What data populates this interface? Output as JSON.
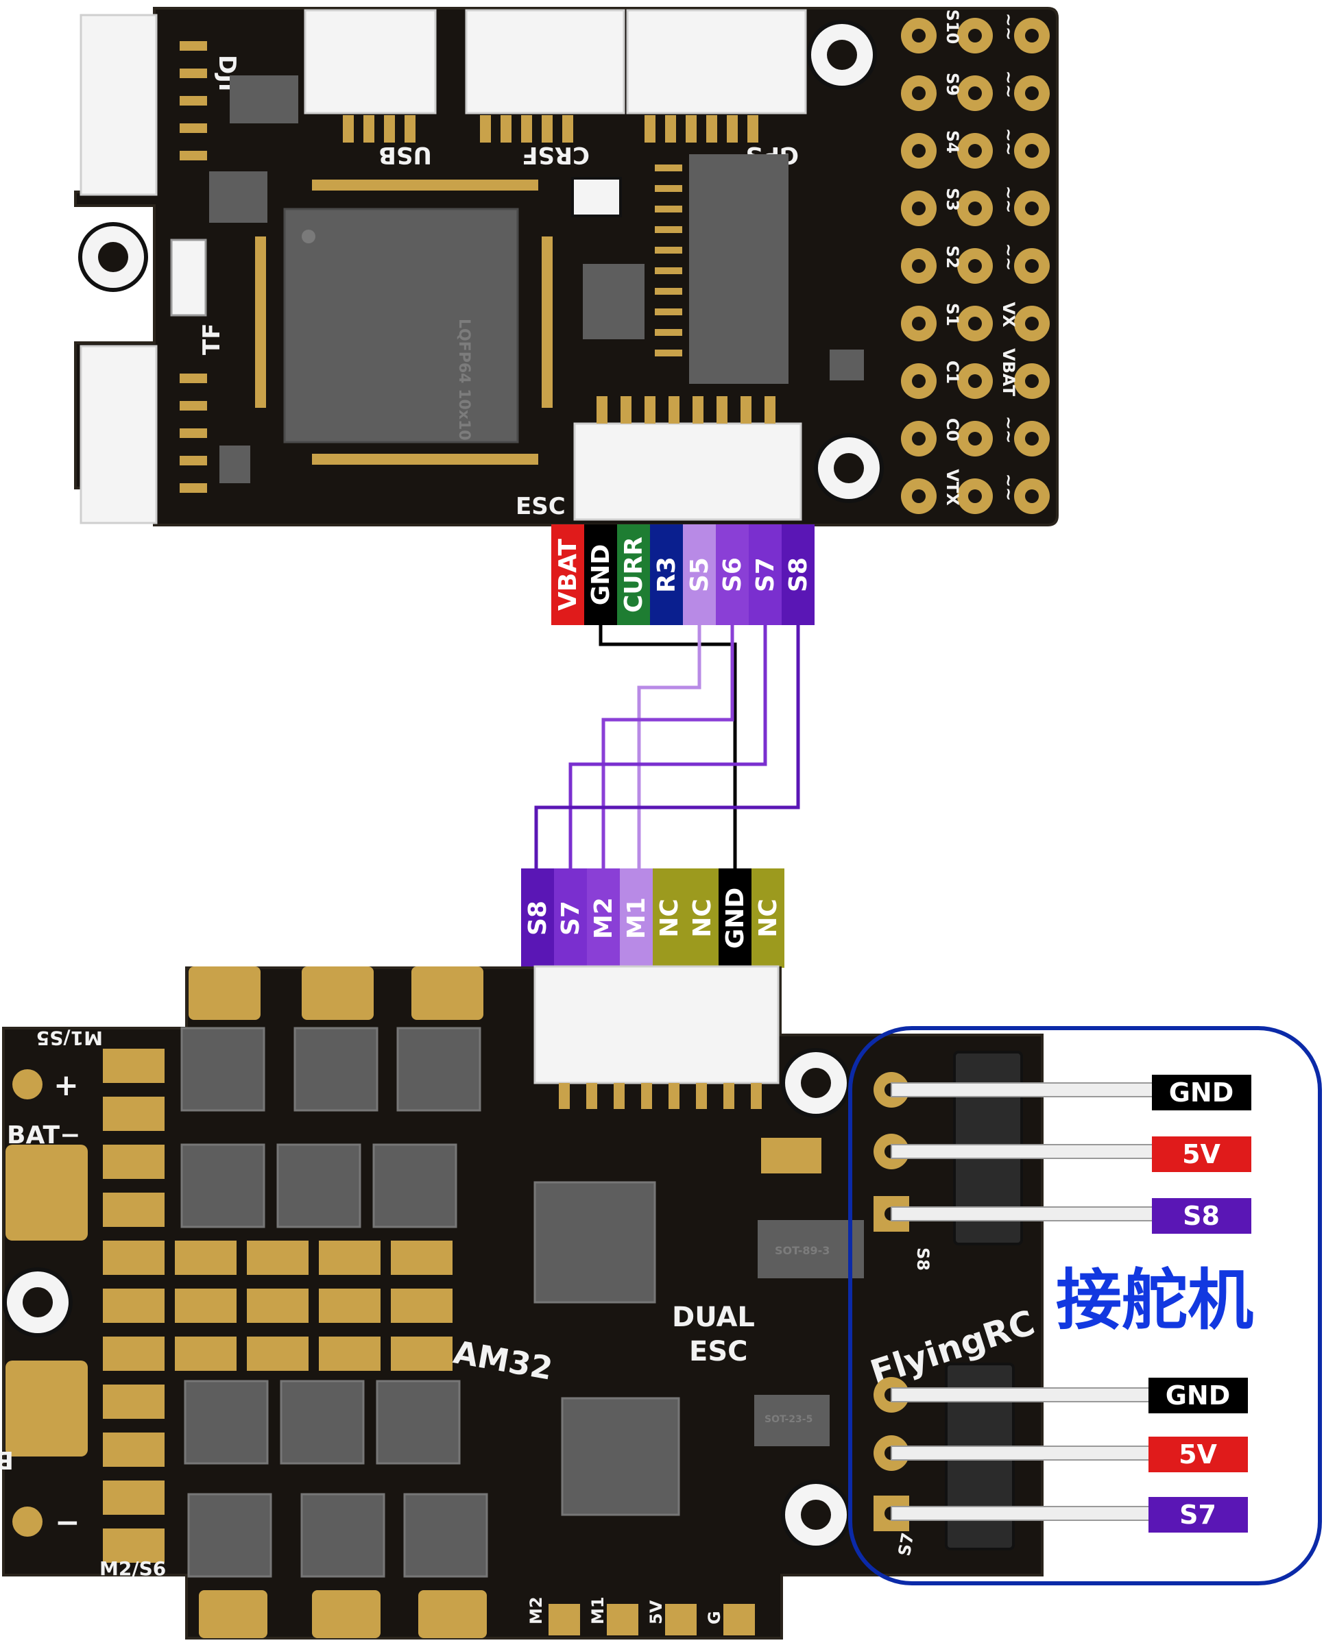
{
  "colors": {
    "pcb": "#181410",
    "pcb_edge": "#2a241c",
    "gold": "#c9a24a",
    "silkscreen": "#f2f2f2",
    "chip": "#5e5e5e",
    "connector": "#f4f4f4",
    "red": "#e01b1b",
    "black": "#000000",
    "green": "#1e7d32",
    "navy": "#0a1f8f",
    "purple_light": "#b88ae6",
    "purple": "#8a3fd6",
    "purple_mid": "#7a2fcf",
    "purple_dark": "#5a16b5",
    "olive": "#9c9a1e",
    "blue_frame": "#0b2aa8",
    "blue_text": "#1238e0"
  },
  "fc": {
    "connector_labels": [
      "DJI",
      "USB",
      "CRSF",
      "GPS",
      "ESC",
      "TF"
    ],
    "chip_main": "LQFP64 10x10",
    "pads_left": [
      "S10",
      "S9",
      "S4",
      "S3",
      "S2",
      "S1",
      "C1",
      "C0",
      "VTX"
    ],
    "pads_right": [
      "~~",
      "~~",
      "~~",
      "~~",
      "~~",
      "VX",
      "VBAT",
      "~~",
      "~~"
    ]
  },
  "fc_esc_pins": [
    {
      "label": "VBAT",
      "color": "#e01b1b"
    },
    {
      "label": "GND",
      "color": "#000000"
    },
    {
      "label": "CURR",
      "color": "#1e7d32"
    },
    {
      "label": "R3",
      "color": "#0a1f8f"
    },
    {
      "label": "S5",
      "color": "#b88ae6"
    },
    {
      "label": "S6",
      "color": "#8a3fd6"
    },
    {
      "label": "S7",
      "color": "#7a2fcf"
    },
    {
      "label": "S8",
      "color": "#5a16b5"
    }
  ],
  "esc_pins": [
    {
      "label": "S8",
      "color": "#5a16b5"
    },
    {
      "label": "S7",
      "color": "#7a2fcf"
    },
    {
      "label": "M2",
      "color": "#8a3fd6"
    },
    {
      "label": "M1",
      "color": "#b88ae6"
    },
    {
      "label": "NC",
      "color": "#9c9a1e"
    },
    {
      "label": "NC",
      "color": "#9c9a1e"
    },
    {
      "label": "GND",
      "color": "#000000"
    },
    {
      "label": "NC",
      "color": "#9c9a1e"
    }
  ],
  "esc": {
    "labels": {
      "m1s5": "M1/S5",
      "m2s6": "M2/S6",
      "bat_minus": "BAT−",
      "bat_plus": "BAT+",
      "plus": "+",
      "minus": "−",
      "brand": "FlyingRC",
      "am32": "AM32",
      "dual": "DUAL",
      "esc": "ESC",
      "s8": "S8",
      "s7": "S7",
      "bottom_m2": "M2",
      "bottom_m1": "M1",
      "bottom_5v": "5V",
      "bottom_g": "G",
      "sot1": "SOT-89-3",
      "sot2": "SOT-23-5"
    }
  },
  "servo_section": {
    "title": "接舵机",
    "group_top": [
      {
        "label": "GND",
        "color": "#000000"
      },
      {
        "label": "5V",
        "color": "#e01b1b"
      },
      {
        "label": "S8",
        "color": "#5a16b5"
      }
    ],
    "group_bottom": [
      {
        "label": "GND",
        "color": "#000000"
      },
      {
        "label": "5V",
        "color": "#e01b1b"
      },
      {
        "label": "S7",
        "color": "#5a16b5"
      }
    ]
  }
}
